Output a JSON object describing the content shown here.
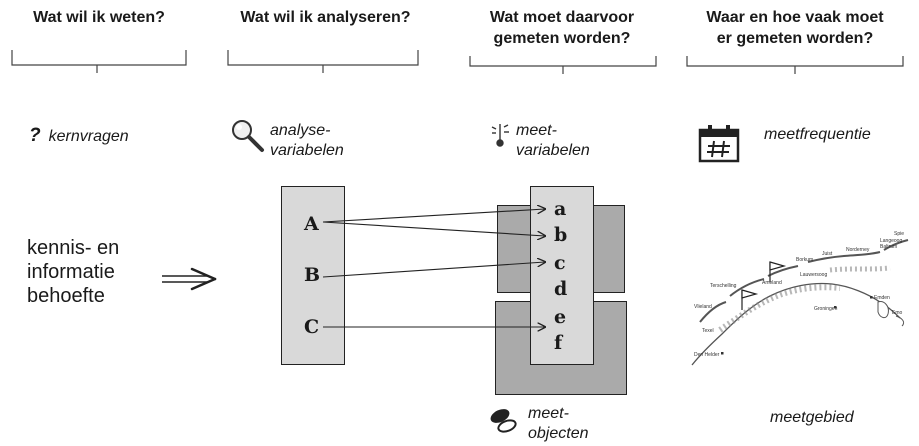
{
  "headers": [
    {
      "line1": "Wat wil ik weten?",
      "line2": ""
    },
    {
      "line1": "Wat wil ik analyseren?",
      "line2": ""
    },
    {
      "line1": "Wat moet daarvoor",
      "line2": "gemeten worden?"
    },
    {
      "line1": "Waar en hoe vaak moet",
      "line2": "er gemeten worden?"
    }
  ],
  "categories": {
    "kernvragen": {
      "symbol": "?",
      "label": "kernvragen"
    },
    "analyse": {
      "line1": "analyse-",
      "line2": "variabelen"
    },
    "meet": {
      "line1": "meet-",
      "line2": "variabelen"
    },
    "frequentie": {
      "label": "meetfrequentie"
    },
    "objecten": {
      "line1": "meet-",
      "line2": "objecten"
    },
    "gebied": {
      "label": "meetgebied"
    }
  },
  "left_text": {
    "line1": "kennis- en",
    "line2": "informatie",
    "line3": "behoefte"
  },
  "analysis_variables": [
    "A",
    "B",
    "C"
  ],
  "measure_variables": [
    "a",
    "b",
    "c",
    "d",
    "e",
    "f"
  ],
  "links": [
    [
      "A",
      "a"
    ],
    [
      "A",
      "b"
    ],
    [
      "B",
      "c"
    ],
    [
      "C",
      "e"
    ]
  ],
  "map_labels": {
    "spie": "Spie",
    "langeoog": "Langeoog",
    "baltrum": "Baltrum",
    "norderney": "Norderney",
    "juist": "Juist",
    "borkum": "Borkum",
    "terschelling": "Terschelling",
    "ameland": "Ameland",
    "vlieland": "Vlieland",
    "texel": "Texel",
    "den_helder": "Den Helder",
    "groningen": "Groningen",
    "emden": "Emden",
    "emo": "Emo",
    "lauwersoog": "Lauwersoog"
  },
  "colors": {
    "box_light": "#d9d9d9",
    "box_dark": "#aaaaaa",
    "text": "#1a1a1a"
  }
}
